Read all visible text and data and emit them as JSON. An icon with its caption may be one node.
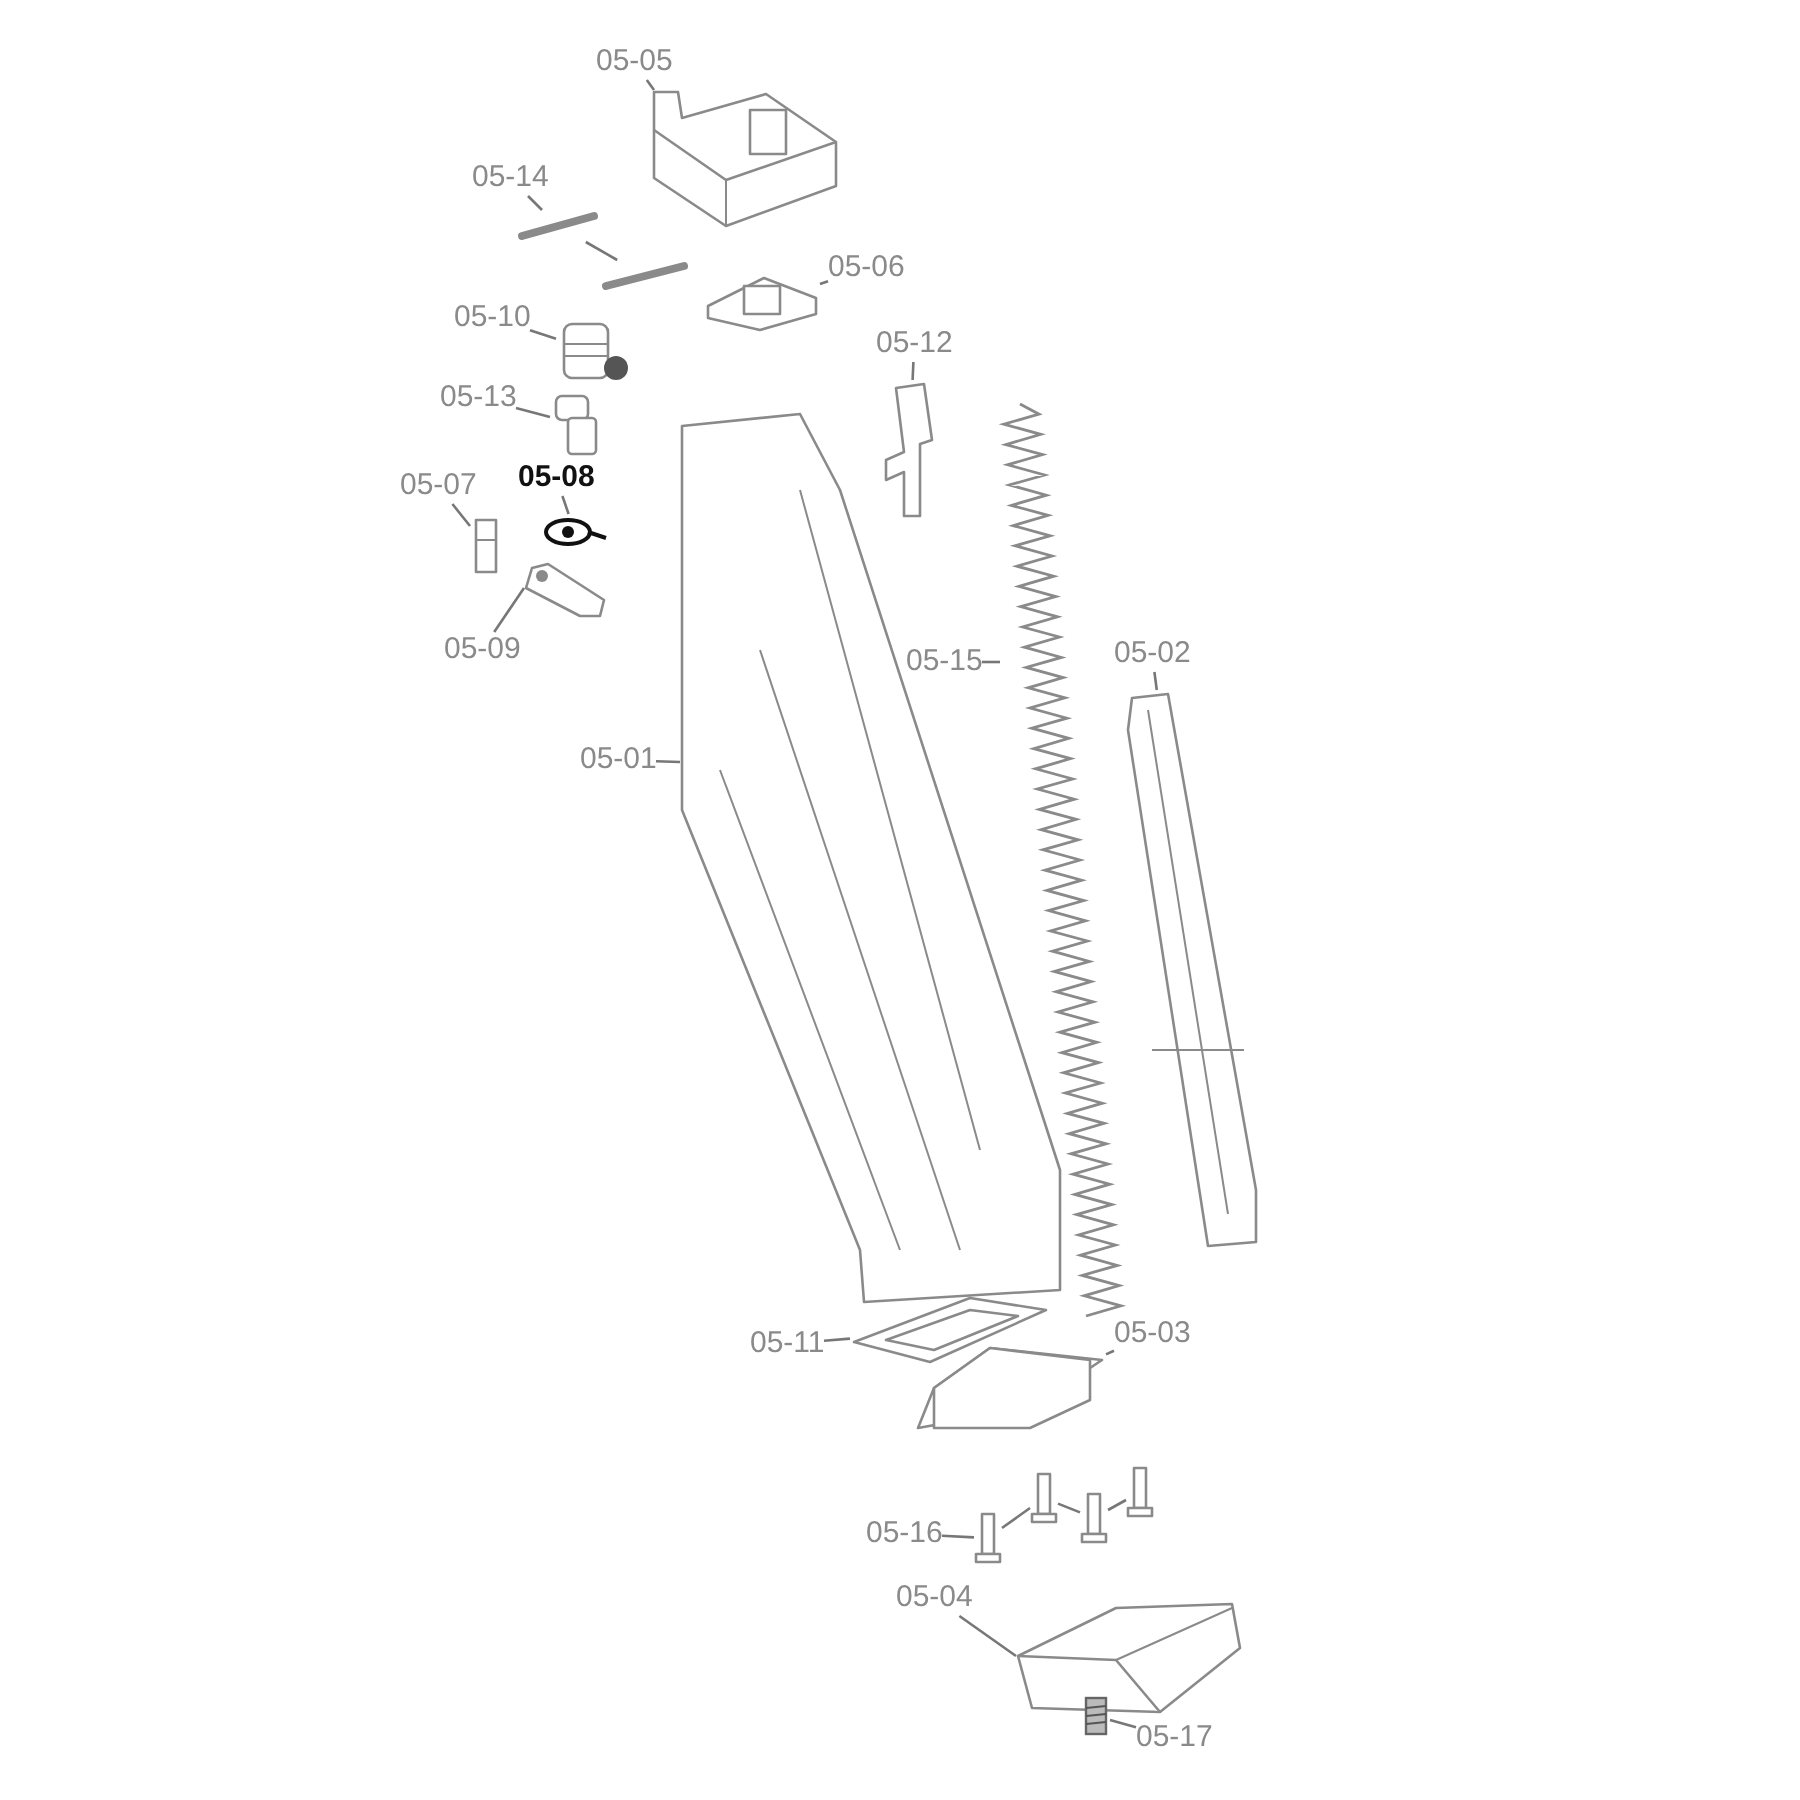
{
  "diagram": {
    "nodes": [
      {
        "text": [
          "05-05"
        ]
      },
      {
        "text": [],
        "shape": "picture"
      },
      {
        "text": [
          "05-14"
        ]
      },
      {
        "text": [],
        "shape": "picture"
      },
      {
        "text": [],
        "shape": "picture"
      },
      {
        "text": [
          "05-06"
        ]
      },
      {
        "text": [],
        "shape": "picture"
      },
      {
        "text": [
          "05-10"
        ]
      },
      {
        "text": [],
        "shape": "picture"
      },
      {
        "text": [
          "05-12"
        ]
      },
      {
        "text": [],
        "shape": "picture"
      },
      {
        "text": [
          "05-13"
        ]
      },
      {
        "text": [],
        "shape": "picture"
      },
      {
        "text": [
          "05-08"
        ]
      },
      {
        "text": [],
        "shape": "picture"
      },
      {
        "text": [
          "05-07"
        ]
      },
      {
        "text": [],
        "shape": "picture"
      },
      {
        "text": [
          "05-09"
        ]
      },
      {
        "text": [],
        "shape": "picture"
      },
      {
        "text": [
          "05-15"
        ]
      },
      {
        "text": [],
        "shape": "picture"
      },
      {
        "text": [
          "05-02"
        ]
      },
      {
        "text": [],
        "shape": "picture"
      },
      {
        "text": [
          "05-01"
        ]
      },
      {
        "text": [],
        "shape": "picture"
      },
      {
        "text": [
          "05-11"
        ]
      },
      {
        "text": [],
        "shape": "picture"
      },
      {
        "text": [
          "05-03"
        ]
      },
      {
        "text": [],
        "shape": "picture"
      },
      {
        "text": [
          "05-16"
        ]
      },
      {
        "text": [],
        "shape": "picture"
      },
      {
        "text": [],
        "shape": "picture"
      },
      {
        "text": [],
        "shape": "picture"
      },
      {
        "text": [],
        "shape": "picture"
      },
      {
        "text": [
          "05-04"
        ]
      },
      {
        "text": [],
        "shape": "picture"
      },
      {
        "text": [
          "05-17"
        ]
      },
      {
        "text": [],
        "shape": "picture"
      }
    ],
    "edges": [
      {
        "from": 0,
        "to": 1,
        "arrow": "none"
      },
      {
        "from": 2,
        "to": 3,
        "arrow": "none"
      },
      {
        "from": 3,
        "to": 4,
        "arrow": "none"
      },
      {
        "from": 5,
        "to": 6,
        "arrow": "none"
      },
      {
        "from": 7,
        "to": 8,
        "arrow": "none"
      },
      {
        "from": 9,
        "to": 10,
        "arrow": "none"
      },
      {
        "from": 11,
        "to": 12,
        "arrow": "none"
      },
      {
        "from": 13,
        "to": 14,
        "arrow": "none"
      },
      {
        "from": 15,
        "to": 16,
        "arrow": "none"
      },
      {
        "from": 17,
        "to": 18,
        "arrow": "none"
      },
      {
        "from": 19,
        "to": 20,
        "arrow": "none"
      },
      {
        "from": 21,
        "to": 22,
        "arrow": "none"
      },
      {
        "from": 23,
        "to": 24,
        "arrow": "none"
      },
      {
        "from": 25,
        "to": 26,
        "arrow": "none"
      },
      {
        "from": 27,
        "to": 28,
        "arrow": "none"
      },
      {
        "from": 29,
        "to": 30,
        "arrow": "none"
      },
      {
        "from": 30,
        "to": 31,
        "arrow": "none"
      },
      {
        "from": 31,
        "to": 32,
        "arrow": "none"
      },
      {
        "from": 32,
        "to": 33,
        "arrow": "none"
      },
      {
        "from": 34,
        "to": 35,
        "arrow": "none"
      },
      {
        "from": 36,
        "to": 37,
        "arrow": "none"
      }
    ]
  }
}
